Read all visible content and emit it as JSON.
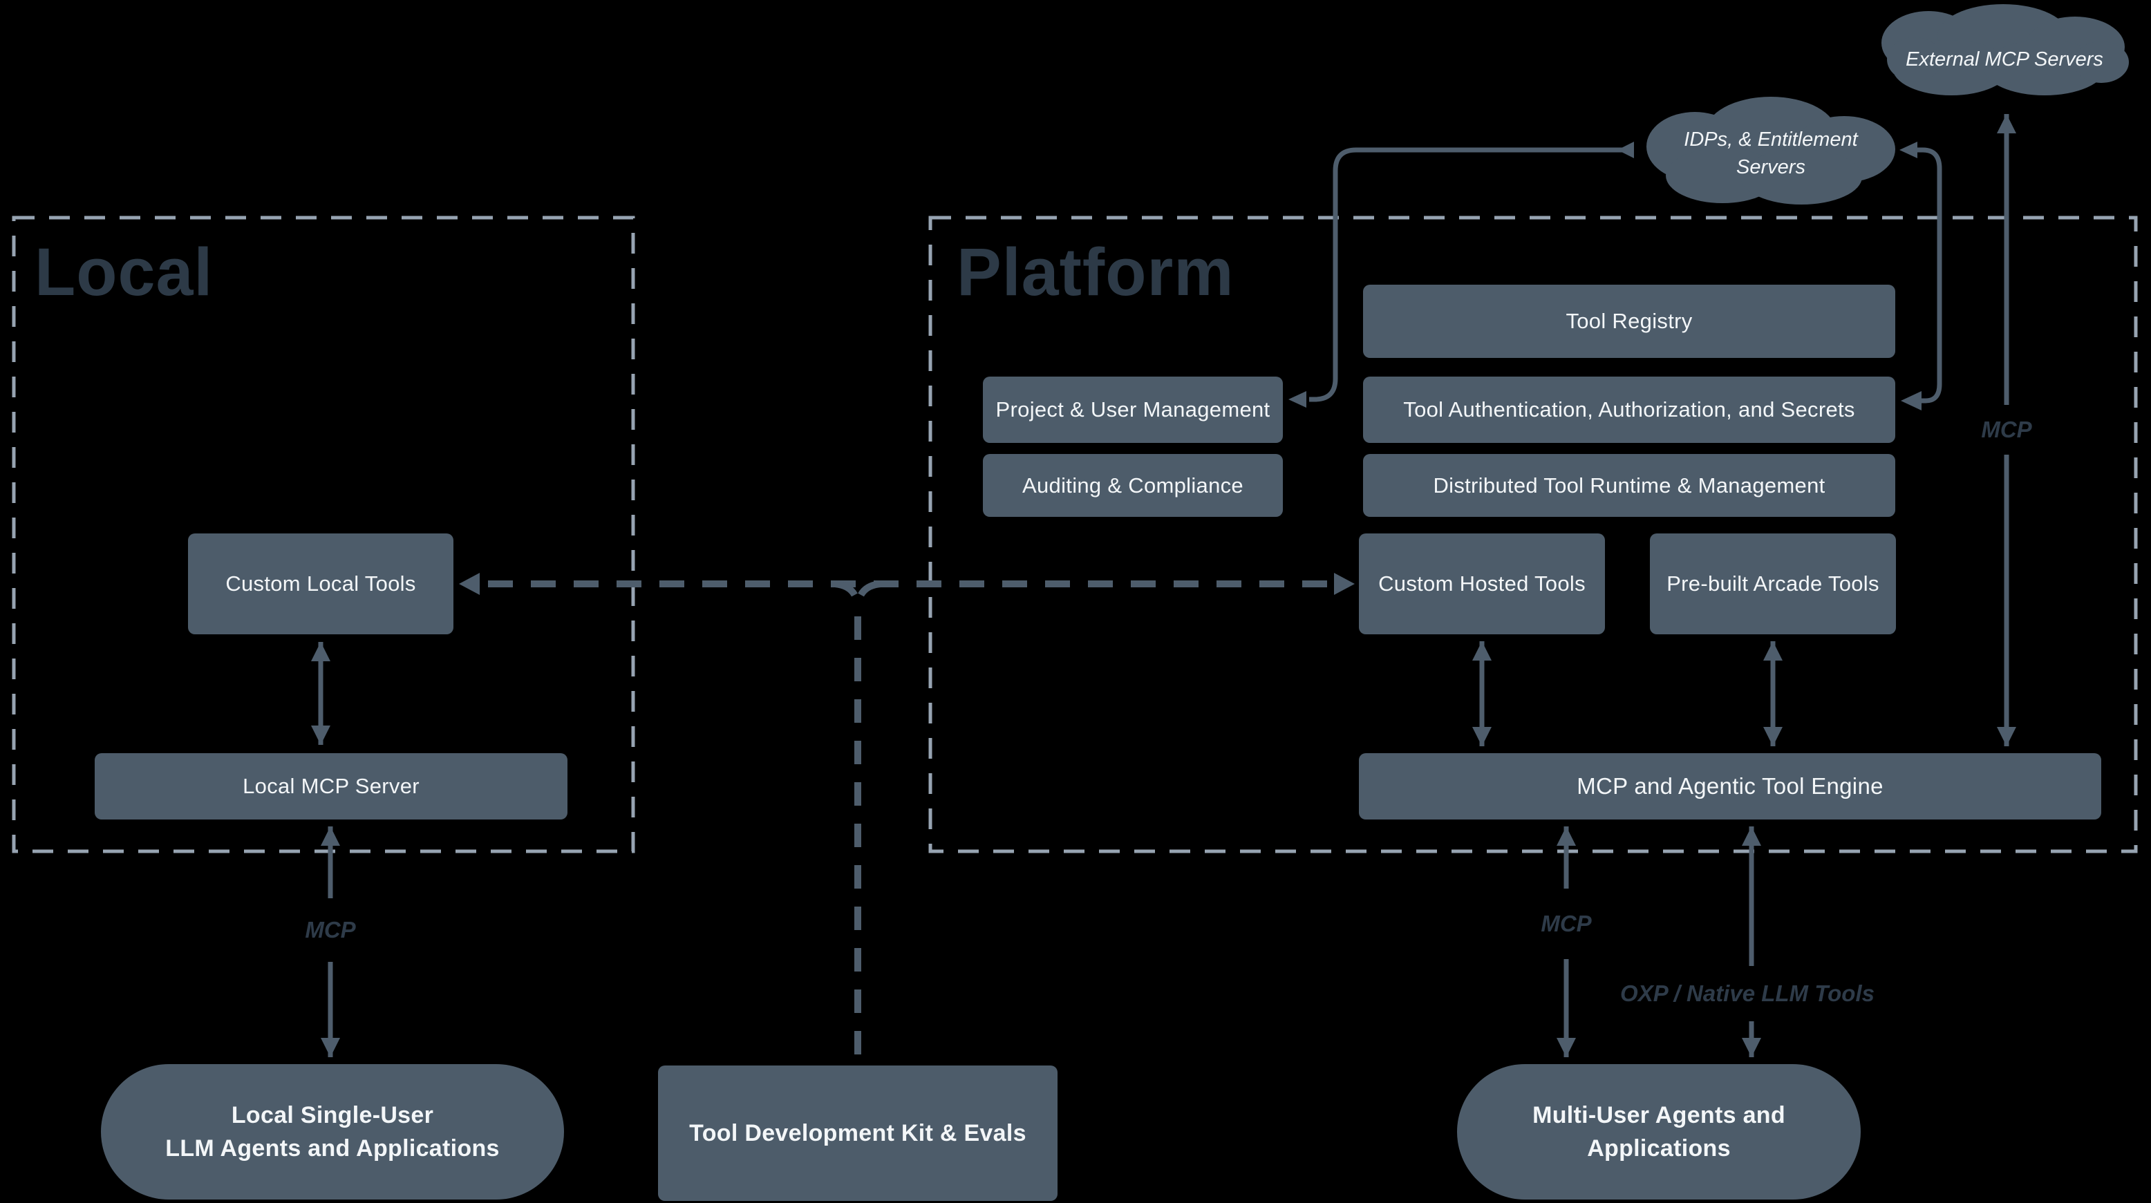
{
  "regions": {
    "local": {
      "title": "Local"
    },
    "platform": {
      "title": "Platform"
    }
  },
  "clouds": {
    "external_mcp": {
      "label": "External MCP Servers"
    },
    "idps": {
      "line1": "IDPs, & Entitlement",
      "line2": "Servers"
    }
  },
  "boxes": {
    "tool_registry": "Tool Registry",
    "project_user_mgmt": "Project & User Management",
    "tool_auth": "Tool Authentication, Authorization, and Secrets",
    "auditing": "Auditing & Compliance",
    "distributed_runtime": "Distributed Tool Runtime & Management",
    "custom_hosted_tools": "Custom Hosted Tools",
    "prebuilt_arcade_tools": "Pre-built Arcade Tools",
    "custom_local_tools": "Custom Local Tools",
    "local_mcp_server": "Local MCP Server",
    "engine": "MCP and Agentic Tool Engine",
    "tool_dev_kit": "Tool Development Kit & Evals"
  },
  "nodes": {
    "local_agents": {
      "line1": "Local Single-User",
      "line2": "LLM Agents and Applications"
    },
    "multi_user_agents": {
      "line1": "Multi-User Agents and",
      "line2": "Applications"
    }
  },
  "edge_labels": {
    "mcp_local": "MCP",
    "mcp_platform": "MCP",
    "mcp_external": "MCP",
    "oxp": "OXP / Native LLM Tools"
  },
  "colors": {
    "background": "#000000",
    "node_fill": "#4d5c6a",
    "node_text": "#f3f6f8",
    "line": "#4e5d6c",
    "dashed_border": "#97a4b2",
    "region_title": "#2d3a47",
    "edge_label": "#2e3b49"
  }
}
